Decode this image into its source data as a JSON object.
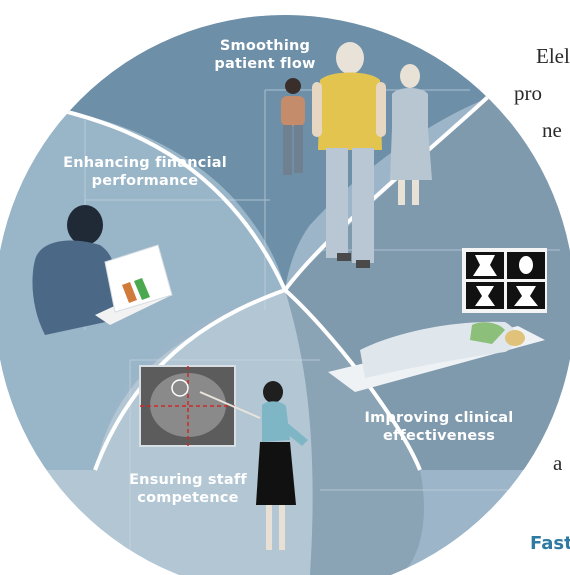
{
  "quadrants": {
    "patient_flow": {
      "line1": "Smoothing",
      "line2": "patient flow"
    },
    "financial": {
      "line1": "Enhancing financial",
      "line2": "performance"
    },
    "clinical": {
      "line1": "Improving clinical",
      "line2": "effectiveness"
    },
    "staff": {
      "line1": "Ensuring staff",
      "line2": "competence"
    }
  },
  "article": {
    "line1": "Elel",
    "line2": "pro",
    "line3": "ne",
    "line4": "a",
    "heading": "Fast"
  },
  "colors": {
    "top_quadrant": "#6f93ab",
    "left_quadrant": "#97b3c6",
    "right_quadrant": "#7e98ab",
    "bottom_quadrant": "#aec4d2",
    "heading": "#2e7aa0",
    "label_text": "#ffffff"
  }
}
